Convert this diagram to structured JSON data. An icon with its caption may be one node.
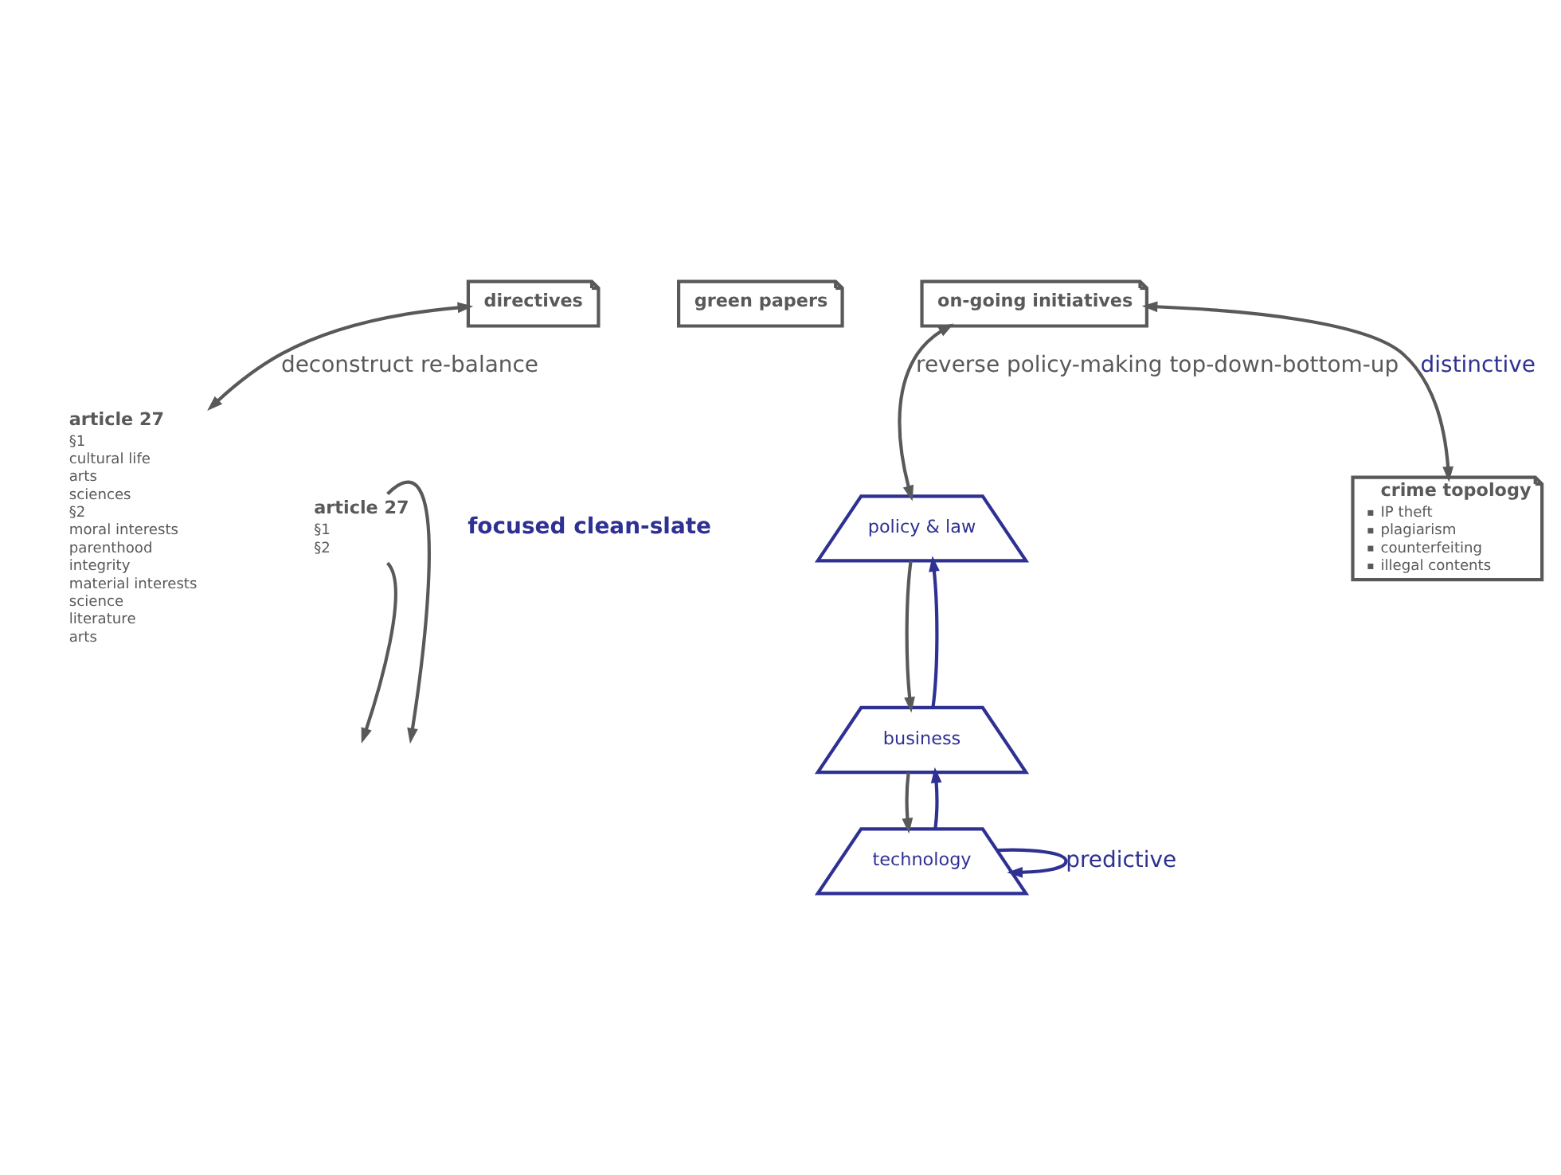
{
  "diagram": {
    "nodes": [
      {
        "text": [
          "directives"
        ]
      },
      {
        "text": [
          "green papers"
        ]
      },
      {
        "text": [
          "on-going initiatives"
        ]
      },
      {
        "text": [
          "article 27",
          "§1",
          "cultural life",
          "arts",
          "sciences",
          "§2",
          "moral interests",
          "parenthood",
          "integrity",
          "material interests",
          "science",
          "literature",
          "arts"
        ]
      },
      {
        "text": [
          "article 27",
          "§1",
          "§2"
        ]
      },
      {
        "text": [
          "policy & law"
        ]
      },
      {
        "text": [
          "business"
        ]
      },
      {
        "text": [
          "technology"
        ]
      },
      {
        "text": [
          "crime topology",
          "IP theft",
          "plagiarism",
          "counterfeiting",
          "illegal contents"
        ]
      }
    ],
    "edges": [
      {
        "from": 0,
        "to": 3,
        "arrow": "both",
        "label": "deconstruct re-balance"
      },
      {
        "from": 2,
        "to": 5,
        "arrow": "both",
        "label": "reverse policy-making top-down-bottom-up"
      },
      {
        "from": 2,
        "to": 8,
        "arrow": "both",
        "label": "distinctive"
      },
      {
        "from": 5,
        "to": 6,
        "arrow": "to"
      },
      {
        "from": 6,
        "to": 7,
        "arrow": "to"
      },
      {
        "from": 7,
        "to": 6,
        "arrow": "to",
        "color": "#2e3192"
      },
      {
        "from": 6,
        "to": 5,
        "arrow": "to",
        "color": "#2e3192"
      },
      {
        "from": 7,
        "to": 7,
        "arrow": "to",
        "color": "#2e3192",
        "label": "predictive"
      },
      {
        "from": 4,
        "to": null,
        "arrow": "to"
      },
      {
        "from": 4,
        "to": null,
        "arrow": "to"
      }
    ],
    "labels": [
      "focused clean-slate"
    ]
  }
}
